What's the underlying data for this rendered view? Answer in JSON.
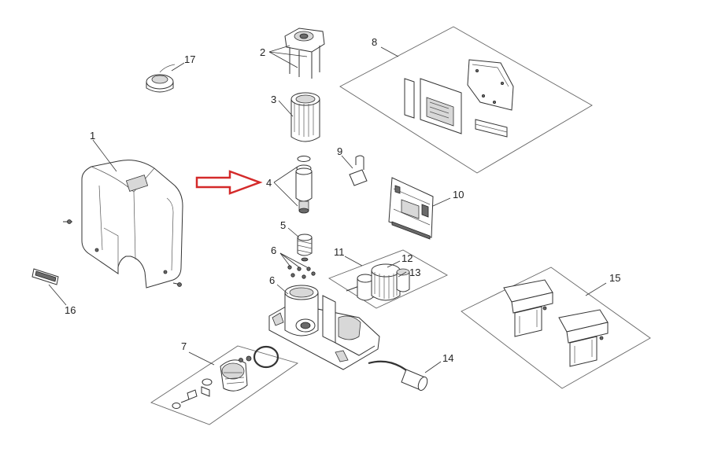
{
  "diagram": {
    "title": "Exploded view of sliding gate operator",
    "callouts": [
      {
        "id": "1",
        "label": "1"
      },
      {
        "id": "2",
        "label": "2"
      },
      {
        "id": "3",
        "label": "3"
      },
      {
        "id": "4",
        "label": "4"
      },
      {
        "id": "5",
        "label": "5"
      },
      {
        "id": "6a",
        "label": "6"
      },
      {
        "id": "6b",
        "label": "6"
      },
      {
        "id": "7",
        "label": "7"
      },
      {
        "id": "8",
        "label": "8"
      },
      {
        "id": "9",
        "label": "9"
      },
      {
        "id": "10",
        "label": "10"
      },
      {
        "id": "11",
        "label": "11"
      },
      {
        "id": "12",
        "label": "12"
      },
      {
        "id": "13",
        "label": "13"
      },
      {
        "id": "14",
        "label": "14"
      },
      {
        "id": "15",
        "label": "15"
      },
      {
        "id": "16",
        "label": "16"
      },
      {
        "id": "17",
        "label": "17"
      }
    ],
    "highlight": {
      "target_part": "4",
      "arrow_color": "#d42a2a"
    }
  }
}
